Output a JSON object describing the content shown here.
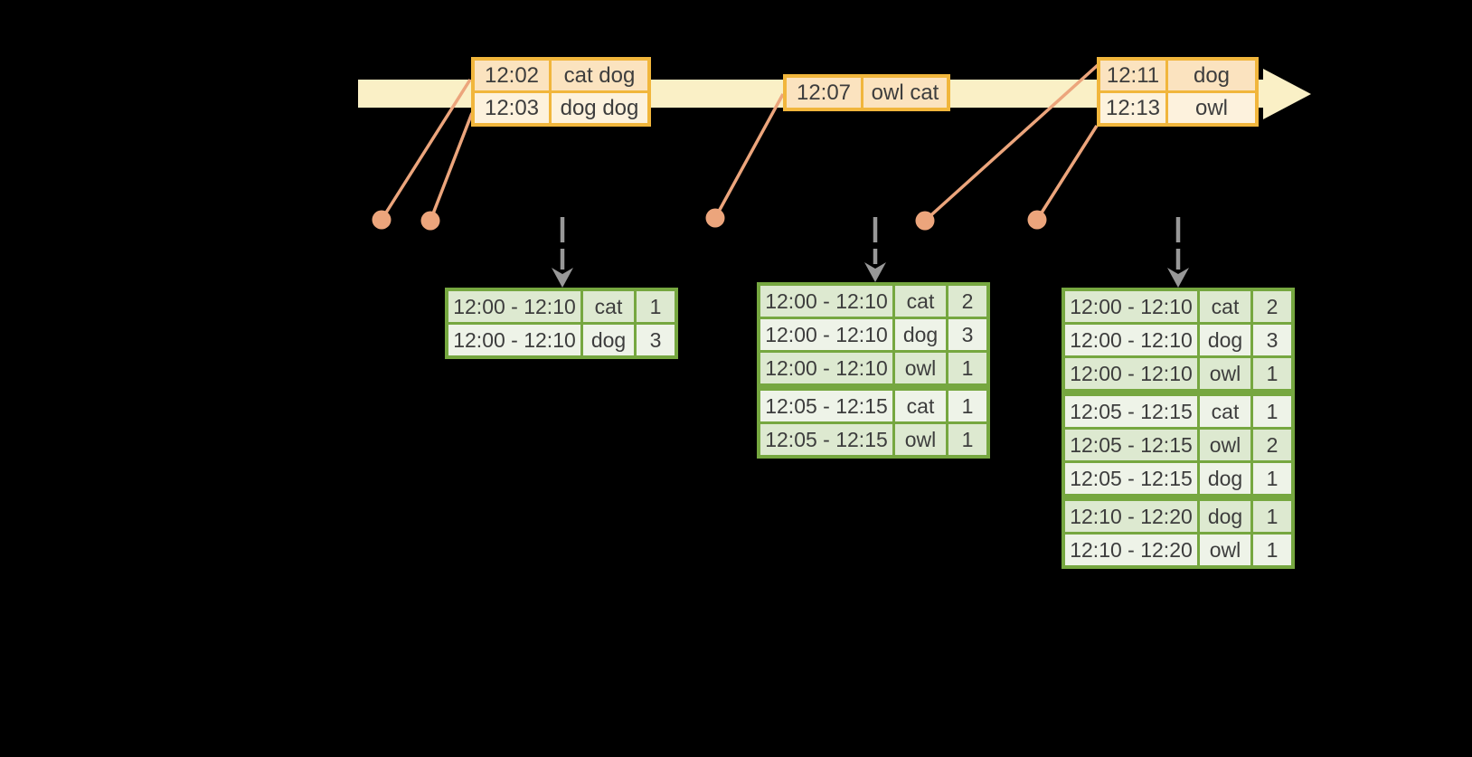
{
  "colors": {
    "background": "#000000",
    "timeline_band": "#faf0c6",
    "event_table_border": "#f1b63c",
    "event_row_dark": "#fbe3bf",
    "event_row_light": "#fdf2dd",
    "connector_salmon": "#eca57c",
    "result_table_border": "#76a740",
    "result_row_dark": "#dde9d0",
    "result_row_light": "#eef3e8",
    "dashed_arrow_gray": "#989898",
    "text": "#3d3d3d"
  },
  "icons": {
    "timeline_arrow": "right-block-arrow",
    "event_dot": "filled-circle",
    "flow_arrow": "dashed-down-arrow"
  },
  "event_tables": [
    {
      "rows": [
        {
          "time": "12:02",
          "words": "cat dog"
        },
        {
          "time": "12:03",
          "words": "dog dog"
        }
      ]
    },
    {
      "rows": [
        {
          "time": "12:07",
          "words": "owl cat"
        }
      ]
    },
    {
      "rows": [
        {
          "time": "12:11",
          "words": "dog"
        },
        {
          "time": "12:13",
          "words": "owl"
        }
      ]
    }
  ],
  "result_tables": [
    {
      "rows": [
        {
          "window": "12:00 - 12:10",
          "word": "cat",
          "count": "1"
        },
        {
          "window": "12:00 - 12:10",
          "word": "dog",
          "count": "3"
        }
      ]
    },
    {
      "rows": [
        {
          "window": "12:00 - 12:10",
          "word": "cat",
          "count": "2"
        },
        {
          "window": "12:00 - 12:10",
          "word": "dog",
          "count": "3"
        },
        {
          "window": "12:00 - 12:10",
          "word": "owl",
          "count": "1"
        },
        {
          "window": "12:05 - 12:15",
          "word": "cat",
          "count": "1"
        },
        {
          "window": "12:05 - 12:15",
          "word": "owl",
          "count": "1"
        }
      ]
    },
    {
      "rows": [
        {
          "window": "12:00 - 12:10",
          "word": "cat",
          "count": "2"
        },
        {
          "window": "12:00 - 12:10",
          "word": "dog",
          "count": "3"
        },
        {
          "window": "12:00 - 12:10",
          "word": "owl",
          "count": "1"
        },
        {
          "window": "12:05 - 12:15",
          "word": "cat",
          "count": "1"
        },
        {
          "window": "12:05 - 12:15",
          "word": "owl",
          "count": "2"
        },
        {
          "window": "12:05 - 12:15",
          "word": "dog",
          "count": "1"
        },
        {
          "window": "12:10 - 12:20",
          "word": "dog",
          "count": "1"
        },
        {
          "window": "12:10 - 12:20",
          "word": "owl",
          "count": "1"
        }
      ]
    }
  ]
}
